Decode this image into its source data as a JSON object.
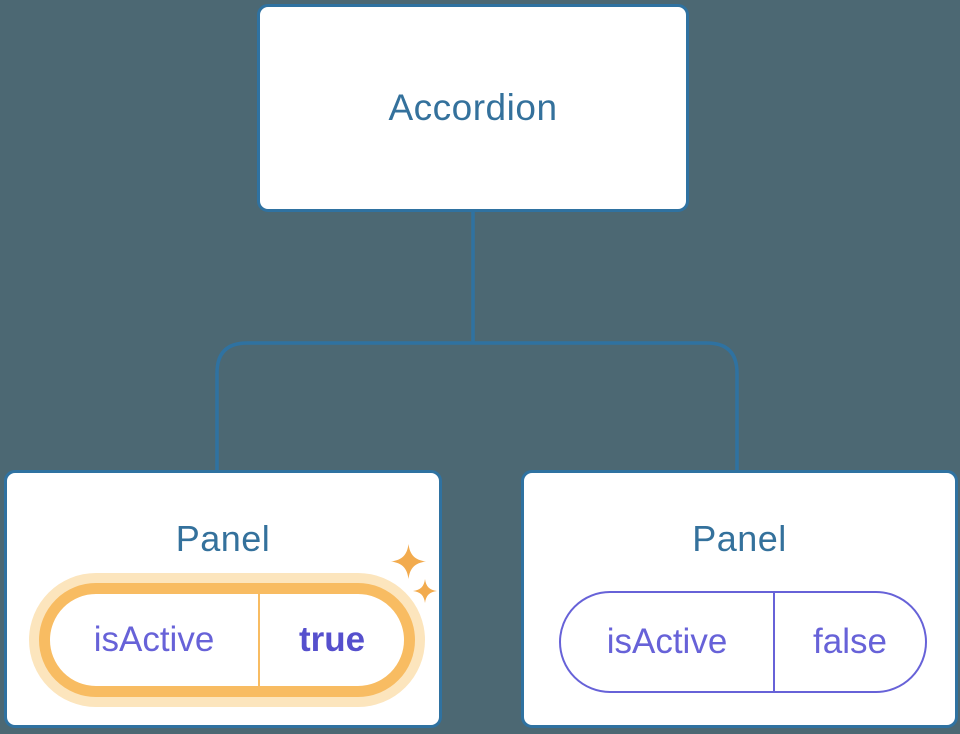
{
  "diagram": {
    "root": {
      "label": "Accordion"
    },
    "panels": [
      {
        "title": "Panel",
        "state_key": "isActive",
        "state_value": "true",
        "highlighted": true,
        "icons": [
          "sparkle-icon-large",
          "sparkle-icon-small"
        ]
      },
      {
        "title": "Panel",
        "state_key": "isActive",
        "state_value": "false",
        "highlighted": false,
        "icons": []
      }
    ]
  },
  "colors": {
    "bg": "#4c6873",
    "line": "#2f72a1",
    "heading": "#34719c",
    "purple": "#6762d8",
    "purple-bold": "#5650cd",
    "orange": "#f8bc62",
    "orange-glow": "#fce5bd",
    "sparkle": "#f2ab4e",
    "card": "#ffffff"
  }
}
